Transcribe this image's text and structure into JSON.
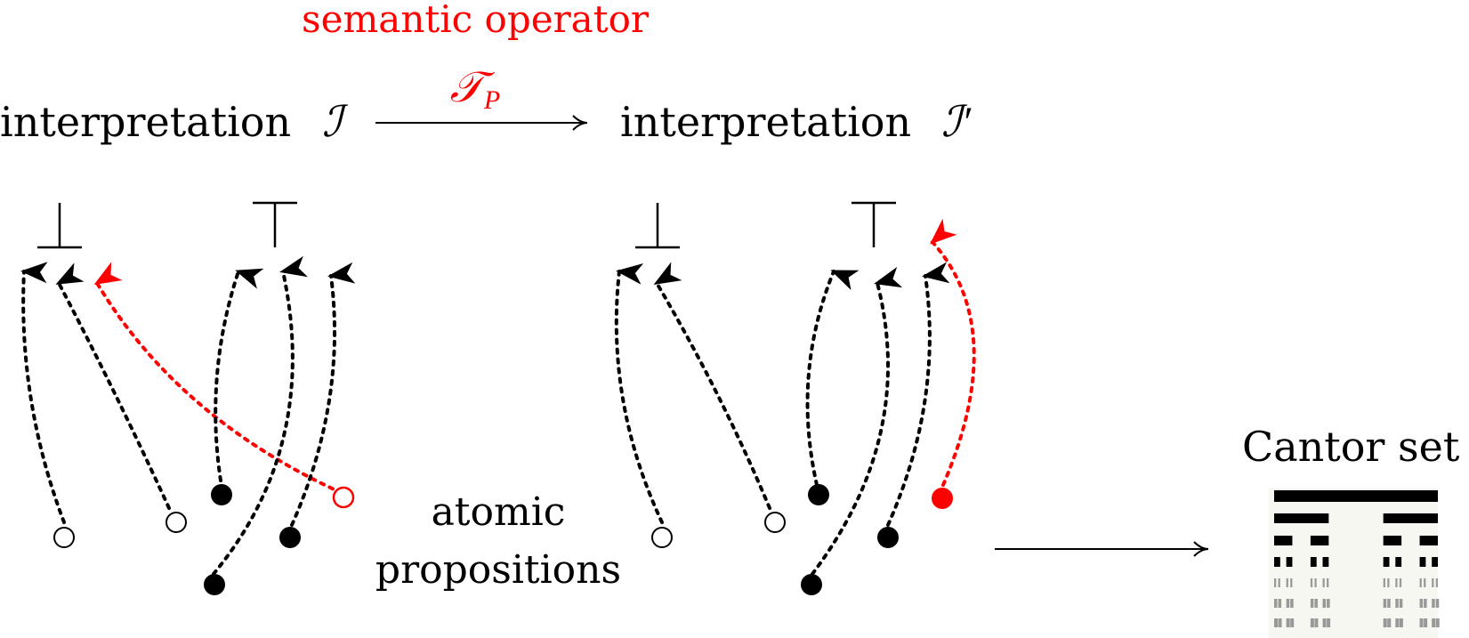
{
  "header": {
    "operator_label": "semantic operator",
    "operator_symbol": "𝒯",
    "operator_subscript": "P",
    "left_interpretation": "interpretation",
    "left_symbol": "ℐ",
    "right_interpretation": "interpretation",
    "right_symbol": "ℐ′"
  },
  "truth_values": {
    "false_symbol": "⊥",
    "true_symbol": "⊤"
  },
  "middle_label": {
    "line1": "atomic",
    "line2": "propositions"
  },
  "cantor": {
    "title": "Cantor set"
  },
  "colors": {
    "ink": "#000000",
    "highlight": "#ff0000",
    "cantor_faded": "#999999",
    "cantor_bg": "#f7f7f2"
  },
  "left_panel": {
    "atoms": [
      {
        "id": "a1",
        "fill": "open",
        "maps_to": "false"
      },
      {
        "id": "a2",
        "fill": "open",
        "maps_to": "false"
      },
      {
        "id": "a3",
        "fill": "open-red",
        "maps_to": "false",
        "highlight": true
      },
      {
        "id": "a4",
        "fill": "filled",
        "maps_to": "true"
      },
      {
        "id": "a5",
        "fill": "filled",
        "maps_to": "true"
      },
      {
        "id": "a6",
        "fill": "filled",
        "maps_to": "true"
      }
    ]
  },
  "right_panel": {
    "atoms": [
      {
        "id": "b1",
        "fill": "open",
        "maps_to": "false"
      },
      {
        "id": "b2",
        "fill": "open",
        "maps_to": "false"
      },
      {
        "id": "b3",
        "fill": "filled",
        "maps_to": "true"
      },
      {
        "id": "b4",
        "fill": "filled",
        "maps_to": "true"
      },
      {
        "id": "b5",
        "fill": "filled",
        "maps_to": "true"
      },
      {
        "id": "b6",
        "fill": "filled-red",
        "maps_to": "true",
        "highlight": true
      }
    ]
  }
}
